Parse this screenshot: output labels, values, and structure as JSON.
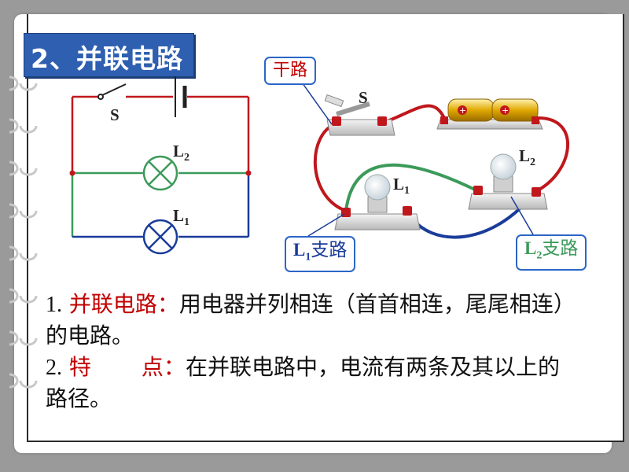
{
  "title": "2、并联电路",
  "schematic": {
    "switch_label": "S",
    "lamp_top_label": "L",
    "lamp_top_sub": "2",
    "lamp_bottom_label": "L",
    "lamp_bottom_sub": "1"
  },
  "photo": {
    "switch_label": "S",
    "bulb1_label": "L",
    "bulb1_sub": "1",
    "bulb2_label": "L",
    "bulb2_sub": "2"
  },
  "callouts": {
    "main": "干路",
    "branch1_letter": "L",
    "branch1_sub": "1",
    "branch1_text": "支路",
    "branch2_letter": "L",
    "branch2_sub": "2",
    "branch2_text": "支路"
  },
  "definitions": {
    "item1_num": "1.",
    "item1_term": "并联电路：",
    "item1_body": "用电器并列相连（首首相连，尾尾相连）",
    "item1_cont": "的电路。",
    "item2_num": "2.",
    "item2_term_a": "特",
    "item2_term_b": "点：",
    "item2_body": "在并联电路中，电流有两条及其以上的",
    "item2_cont": "路径。"
  },
  "colors": {
    "title_bg": "#2e5fb0",
    "wire_red": "#c0171c",
    "wire_green": "#3c9a5a",
    "wire_blue": "#1a3c9a",
    "lamp_top": "#3c9a5a",
    "lamp_bottom": "#1a3c9a",
    "callout_main": "#c00000",
    "callout_branch1": "#1a3c9a",
    "callout_branch2": "#3c9a5a",
    "term_red": "#c00000"
  }
}
